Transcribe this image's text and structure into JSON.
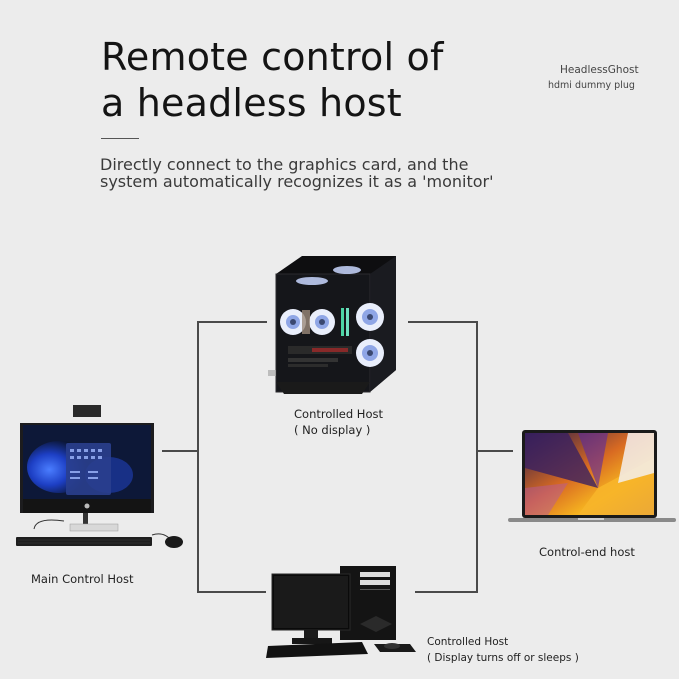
{
  "header": {
    "title_line1": "Remote control of",
    "title_line2": "a headless host",
    "subtitle_line1": "Directly connect to the graphics card, and the",
    "subtitle_line2": "system automatically recognizes it as a 'monitor'"
  },
  "brand": {
    "name": "HeadlessGhost",
    "product": "hdmi dummy plug"
  },
  "nodes": {
    "main_control": {
      "label": "Main Control Host",
      "icon": "all-in-one-desktop-icon"
    },
    "controlled_top": {
      "label": "Controlled Host",
      "sublabel": "( No display )",
      "icon": "pc-tower-glass-icon"
    },
    "controlled_bottom": {
      "label": "Controlled Host",
      "sublabel": "( Display turns off or sleeps )",
      "icon": "desktop-pc-monitor-icon"
    },
    "control_end": {
      "label": "Control-end host",
      "icon": "laptop-icon"
    }
  },
  "colors": {
    "background": "#ececec",
    "line": "#4a4a4a",
    "text": "#1a1a1a"
  }
}
